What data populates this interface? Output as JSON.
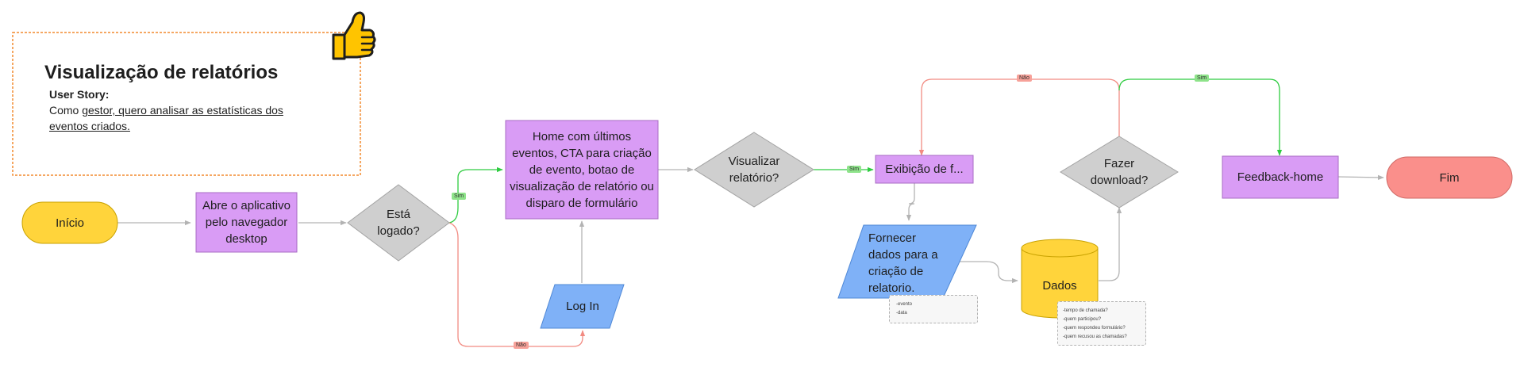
{
  "header": {
    "title": "Visualização de relatórios",
    "story_label": "User Story:",
    "story_prefix": "Como ",
    "story_line1_link": "gestor, quero analisar as estatísticas dos",
    "story_line2_link": "eventos criados."
  },
  "nodes": {
    "inicio": "Início",
    "abre": [
      "Abre o aplicativo",
      "pelo navegador",
      "desktop"
    ],
    "esta_logado": [
      "Está",
      "logado?"
    ],
    "home": [
      "Home com últimos",
      "eventos, CTA para criação",
      "de evento, botao de",
      "visualização de relatório ou",
      "disparo de formulário"
    ],
    "login": "Log In",
    "visualizar": [
      "Visualizar",
      "relatório?"
    ],
    "exibicao": "Exibição de f...",
    "fornecer": [
      "Fornecer",
      "dados para a",
      "criação de",
      "relatorio."
    ],
    "dados": "Dados",
    "fazer_download": [
      "Fazer",
      "download?"
    ],
    "feedback": "Feedback-home",
    "fim": "Fim"
  },
  "edge_labels": {
    "sim_logado": "Sim",
    "nao_logado": "Não",
    "sim_visualizar": "Sim",
    "nao_download": "Não",
    "sim_download": "Sim"
  },
  "notes": {
    "fornecer_note": [
      "-evento",
      "-data"
    ],
    "dados_note": [
      "-tempo de chamada?",
      "-quem participou?",
      "-quem respondeu formulário?",
      "-quem recusou as chamadas?"
    ]
  },
  "icons": {
    "thumbs_up": "thumbs-up-icon"
  },
  "colors": {
    "yellow": "#ffd43b",
    "purple": "#d99cf5",
    "gray_diamond": "#cfcfcf",
    "blue_parallelogram": "#7fb1f7",
    "red_terminal": "#fa8f8b",
    "edge_gray": "#b3b3b3",
    "edge_green": "#2ecc40",
    "edge_red": "#f28b82",
    "tag_green": "#8ee38a",
    "tag_red": "#f7a199",
    "frame_orange": "#f28a2e"
  }
}
